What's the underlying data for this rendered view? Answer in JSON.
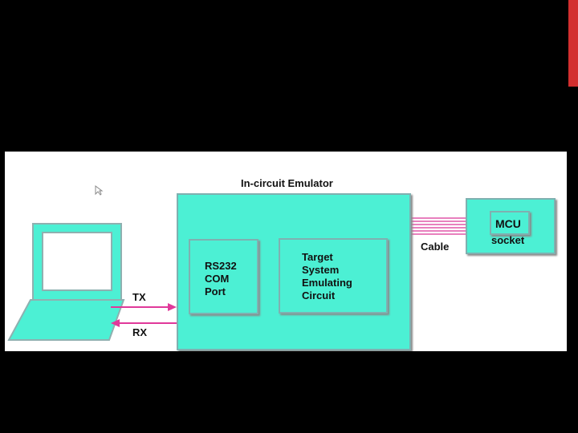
{
  "diagram": {
    "emulator_title": "In-circuit Emulator",
    "rs232_block": "RS232\nCOM\nPort",
    "target_block": "Target\nSystem\nEmulating\nCircuit",
    "mcu_label": "MCU",
    "socket_label": "socket",
    "cable_label": "Cable",
    "tx_label": "TX",
    "rx_label": "RX"
  },
  "colors": {
    "block_fill": "#4cf0d4",
    "block_border": "#7fb0b0",
    "signal_arrow": "#e0399a",
    "cable_lines": "#e056a8",
    "accent_bar": "#d32f2f",
    "background": "#000000"
  }
}
